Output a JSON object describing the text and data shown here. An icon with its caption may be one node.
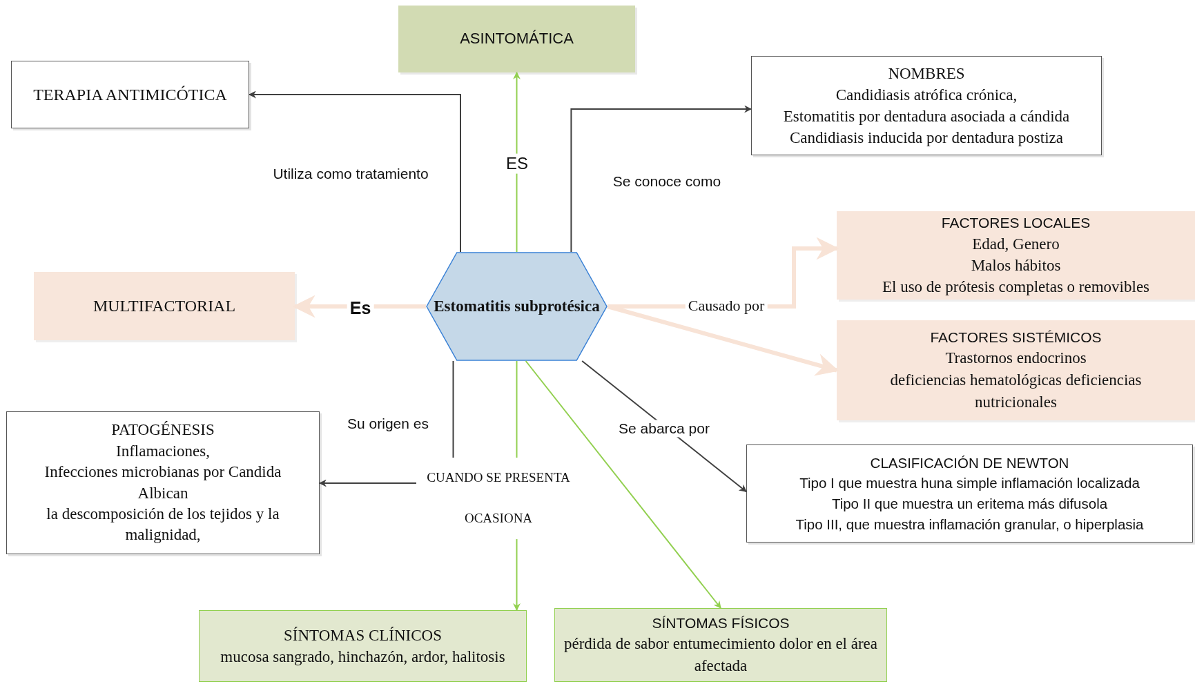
{
  "diagram": {
    "nodes": [
      {
        "text": [
          "ASINTOMÁTICA"
        ]
      },
      {
        "text": [
          "TERAPIA ANTIMICÓTICA"
        ]
      },
      {
        "text": [
          "NOMBRES",
          "Candidiasis atrófica crónica,",
          "Estomatitis por dentadura asociada a cándida",
          "Candidiasis inducida por dentadura postiza"
        ]
      },
      {
        "text": [
          "FACTORES LOCALES",
          "Edad, Genero",
          "Malos hábitos",
          "El uso de prótesis completas o removibles"
        ]
      },
      {
        "text": [
          "MULTIFACTORIAL"
        ]
      },
      {
        "text": [
          "Estomatitis subprotésica"
        ]
      },
      {
        "text": [
          "FACTORES SISTÉMICOS",
          "Trastornos endocrinos",
          "deficiencias hematológicas deficiencias nutricionales"
        ]
      },
      {
        "text": [
          "PATOGÉNESIS",
          "Inflamaciones,",
          "Infecciones microbianas por Candida Albican",
          "la descomposición de los tejidos y la malignidad,"
        ]
      },
      {
        "text": [
          "CLASIFICACIÓN DE NEWTON",
          "Tipo I que muestra huna simple inflamación localizada",
          "Tipo II que muestra un eritema más difusola",
          "Tipo III, que muestra inflamación granular, o hiperplasia"
        ]
      },
      {
        "text": [
          "SÍNTOMAS CLÍNICOS",
          "mucosa sangrado, hinchazón, ardor, halitosis"
        ]
      },
      {
        "text": [
          "SÍNTOMAS FÍSICOS",
          "pérdida de sabor entumecimiento dolor en el área afectada"
        ]
      }
    ],
    "edges": [
      {
        "from": 5,
        "to": 0,
        "arrow": "to",
        "label": "ES",
        "color": "#92d050"
      },
      {
        "from": 5,
        "to": 1,
        "arrow": "to",
        "label": "Utiliza como tratamiento"
      },
      {
        "from": 5,
        "to": 2,
        "arrow": "to",
        "label": "Se conoce como"
      },
      {
        "from": 5,
        "to": 3,
        "arrow": "to",
        "label": "Causado por",
        "style": "thick",
        "color": "#f8e3d6"
      },
      {
        "from": 5,
        "to": 4,
        "arrow": "to",
        "label": "Es",
        "style": "thick",
        "color": "#f8e3d6"
      },
      {
        "from": 5,
        "to": 6,
        "arrow": "to",
        "style": "thick",
        "color": "#f8e3d6"
      },
      {
        "from": 5,
        "to": 7,
        "arrow": "to",
        "label": "Su origen es"
      },
      {
        "from": 5,
        "to": 8,
        "arrow": "to",
        "label": "Se abarca por"
      },
      {
        "from": 5,
        "to": 9,
        "arrow": "to",
        "label": "CUANDO SE PRESENTA OCASIONA",
        "color": "#92d050"
      },
      {
        "from": 5,
        "to": 10,
        "arrow": "to",
        "color": "#92d050"
      }
    ]
  }
}
